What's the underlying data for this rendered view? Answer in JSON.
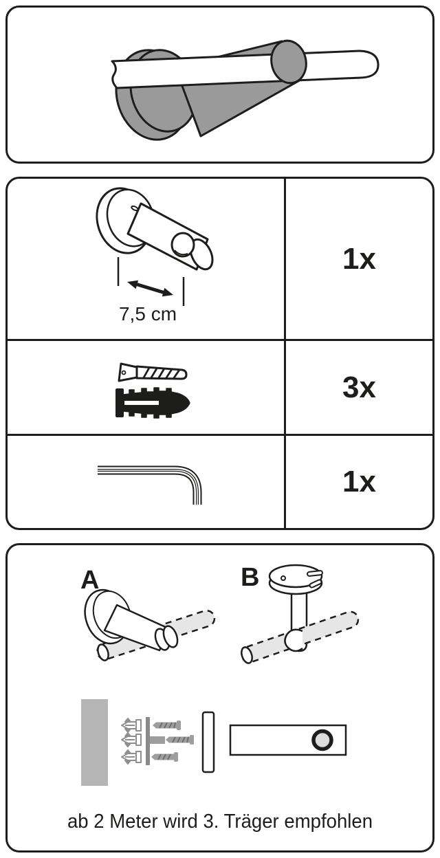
{
  "hero": {
    "illustration": "rod-holder-with-curtain-rod"
  },
  "parts_table": {
    "rows": [
      {
        "item": "wall-bracket",
        "dimension_label": "7,5 cm",
        "quantity": "1x"
      },
      {
        "item": "screw-and-wall-plug",
        "quantity": "3x"
      },
      {
        "item": "allen-key",
        "quantity": "1x"
      }
    ]
  },
  "mounting": {
    "option_a_label": "A",
    "option_b_label": "B",
    "note": "ab 2 Meter wird 3. Träger empfohlen"
  },
  "colors": {
    "outline": "#1d1d1b",
    "bracket_gray": "#9a9a9a",
    "wall_gray": "#b5b5b5",
    "hardware_gray": "#9e9e9e",
    "ghost_rod_gray": "#e6e6e6",
    "background": "#ffffff"
  }
}
